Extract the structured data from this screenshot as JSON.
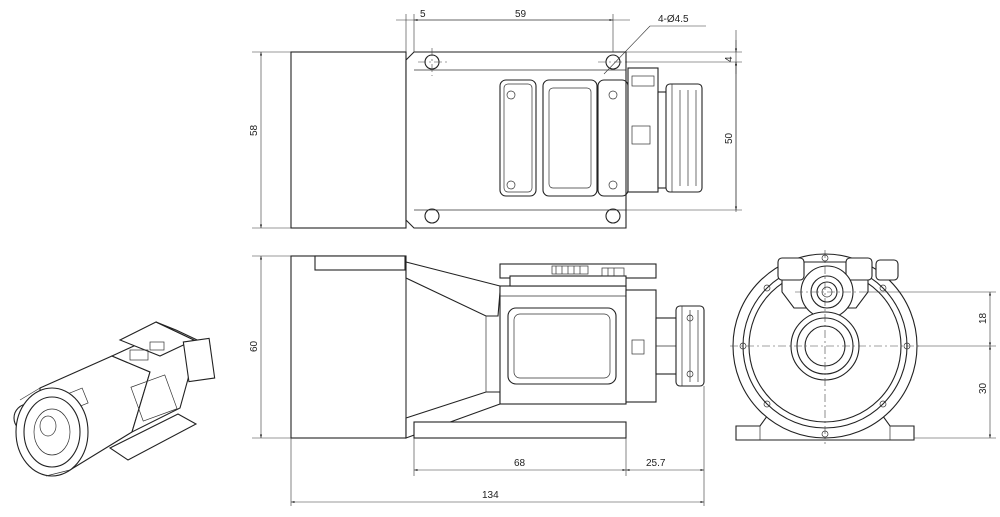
{
  "drawing": {
    "top_view": {
      "dim_left_offset": "5",
      "dim_hole_spacing": "59",
      "dim_holes_note": "4-Ø4.5",
      "dim_edge_offset": "4",
      "dim_height_left": "58",
      "dim_height_right": "50"
    },
    "side_view": {
      "dim_height": "60",
      "dim_base_length": "68",
      "dim_connector": "25.7",
      "dim_overall_length": "134"
    },
    "front_view": {
      "dim_upper_offset": "18",
      "dim_lower_offset": "30"
    }
  }
}
